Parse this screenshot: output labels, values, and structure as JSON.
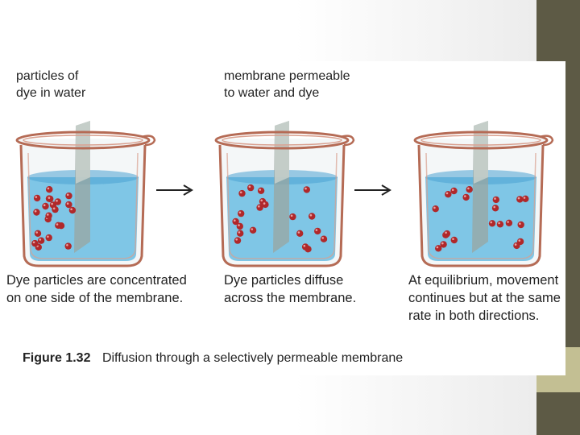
{
  "labels": {
    "top_left": [
      "particles of",
      "dye in water"
    ],
    "top_middle": [
      "membrane permeable",
      "to water and dye"
    ],
    "bottom_left": [
      "Dye particles are concentrated",
      "on one side of the membrane."
    ],
    "bottom_middle": [
      "Dye particles diffuse",
      "across the membrane."
    ],
    "bottom_right": [
      "At equilibrium, movement",
      "continues but at the same",
      "rate in both directions."
    ]
  },
  "caption": {
    "figure_number": "Figure 1.32",
    "text": "Diffusion through a selectively permeable membrane"
  },
  "colors": {
    "water": "#7fc6e6",
    "water_dark": "#4aa3d1",
    "particle": "#b0282a",
    "glass_rim": "#b56b55",
    "membrane": "#9aa6a0",
    "frame_dark": "#5d5a45",
    "frame_tan": "#c3bf93"
  },
  "beakers": [
    {
      "stage": "concentrated",
      "left_particles": 22,
      "right_particles": 0
    },
    {
      "stage": "diffusing",
      "left_particles": 12,
      "right_particles": 8
    },
    {
      "stage": "equilibrium",
      "left_particles": 10,
      "right_particles": 10
    }
  ]
}
